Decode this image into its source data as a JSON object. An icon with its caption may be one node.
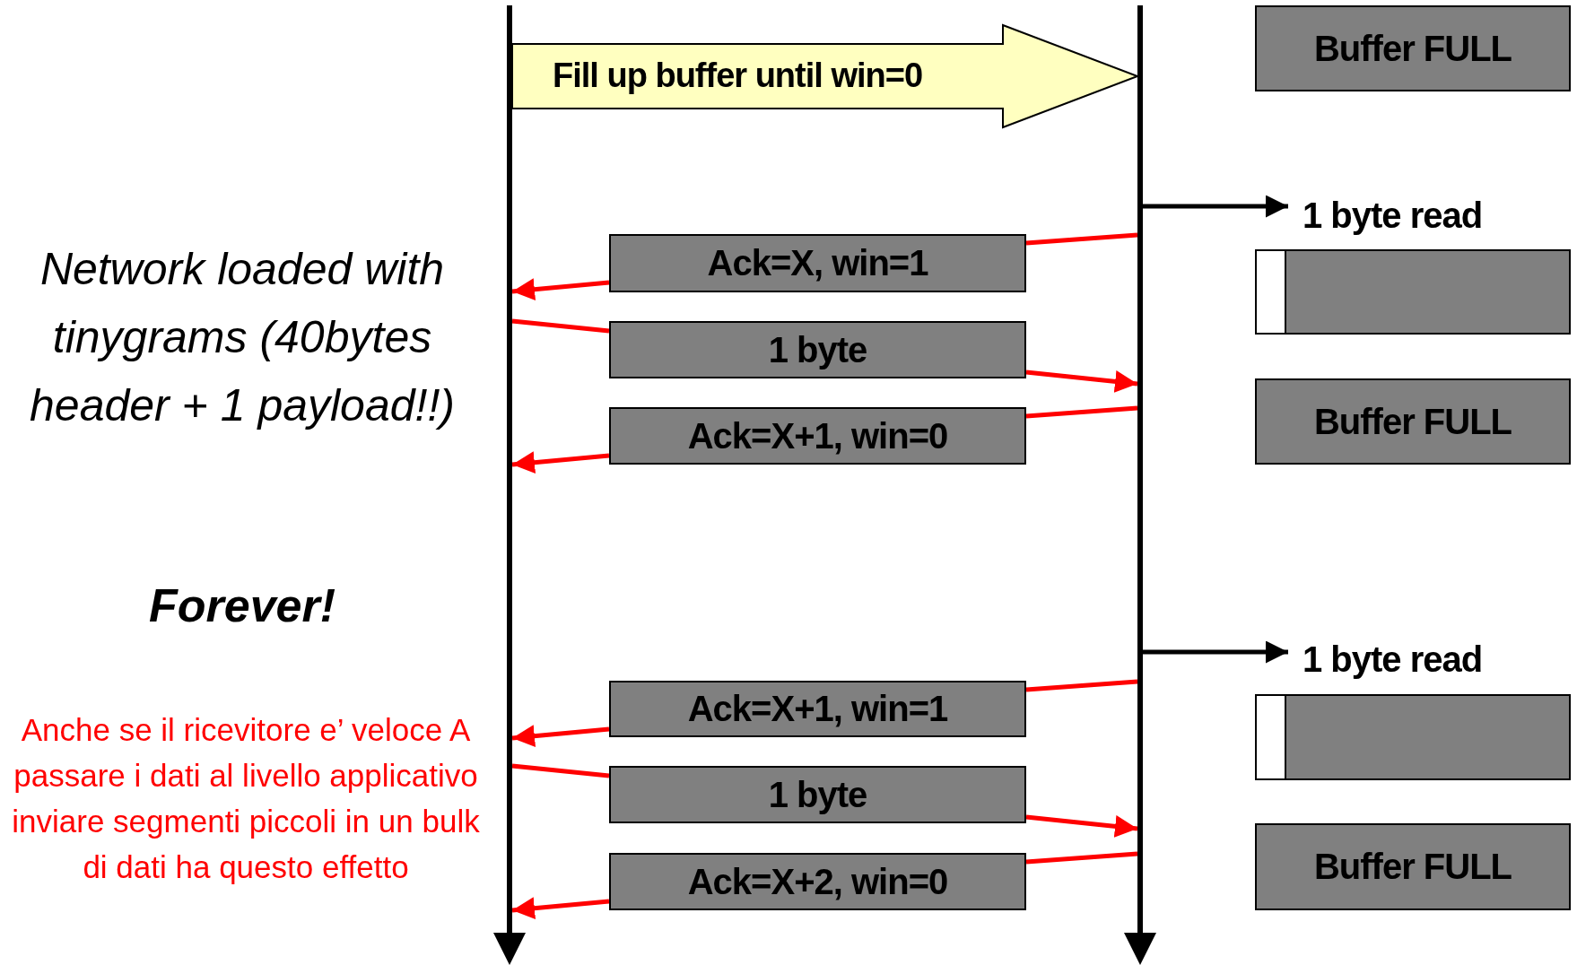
{
  "diagram": {
    "nodes": [
      {
        "text": [],
        "shape": "bar"
      },
      {
        "text": [],
        "shape": "bar"
      },
      {
        "text": [
          "Buffer FULL"
        ]
      },
      {
        "text": [
          "1 byte read"
        ]
      },
      {
        "text": [
          "Ack=X, win=1"
        ]
      },
      {
        "text": [],
        "shape": "box"
      },
      {
        "text": [
          "1 byte"
        ]
      },
      {
        "text": [
          "Ack=X+1, win=0"
        ]
      },
      {
        "text": [
          "Buffer FULL"
        ]
      },
      {
        "text": [
          "1 byte read"
        ]
      },
      {
        "text": [
          "Ack=X+1, win=1"
        ]
      },
      {
        "text": [],
        "shape": "box"
      },
      {
        "text": [
          "1 byte"
        ]
      },
      {
        "text": [
          "Ack=X+2, win=0"
        ]
      },
      {
        "text": [
          "Buffer FULL"
        ]
      }
    ],
    "edges": [
      {
        "from": 0,
        "to": 1,
        "arrow": "to",
        "label": "Fill up buffer until win=0",
        "style": "thick",
        "color": "#ffffc0"
      },
      {
        "from": 1,
        "to": 3,
        "arrow": "to",
        "color": "#000000"
      },
      {
        "from": 1,
        "to": 4,
        "arrow": "none"
      },
      {
        "from": 4,
        "to": 0,
        "arrow": "to"
      },
      {
        "from": 0,
        "to": 6,
        "arrow": "none"
      },
      {
        "from": 6,
        "to": 1,
        "arrow": "to"
      },
      {
        "from": 1,
        "to": 7,
        "arrow": "none"
      },
      {
        "from": 7,
        "to": 0,
        "arrow": "to"
      },
      {
        "from": 1,
        "to": 9,
        "arrow": "to",
        "color": "#000000"
      },
      {
        "from": 1,
        "to": 10,
        "arrow": "none"
      },
      {
        "from": 10,
        "to": 0,
        "arrow": "to"
      },
      {
        "from": 0,
        "to": 12,
        "arrow": "none"
      },
      {
        "from": 12,
        "to": 1,
        "arrow": "to"
      },
      {
        "from": 1,
        "to": 13,
        "arrow": "none"
      },
      {
        "from": 13,
        "to": 0,
        "arrow": "to"
      }
    ],
    "labels": [
      "Network loaded with tinygrams (40bytes header + 1 payload!!)",
      "Forever!",
      "Anche se il ricevitore e’ veloce A passare i dati al livello applicativo inviare segmenti piccoli in un bulk di dati ha questo effetto"
    ]
  }
}
